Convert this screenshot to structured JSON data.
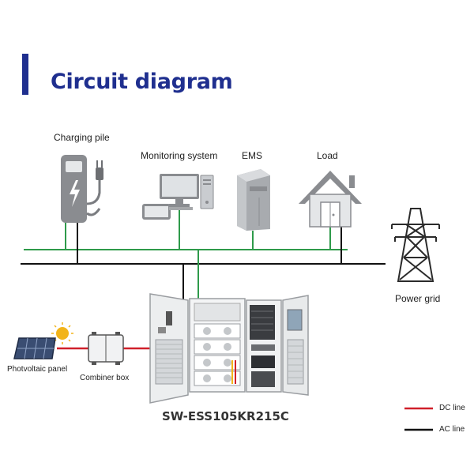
{
  "title": "Circuit diagram",
  "labels": {
    "charging_pile": "Charging pile",
    "monitoring_system": "Monitoring system",
    "ems": "EMS",
    "load": "Load",
    "power_grid": "Power grid",
    "pv_panel": "Photvoltaic panel",
    "combiner_box": "Combiner box",
    "model": "SW-ESS105KR215C"
  },
  "legend": {
    "dc_line": "DC line",
    "ac_line": "AC line"
  },
  "colors": {
    "title": "#1f2f8f",
    "dc_line": "#d0202a",
    "ac_line": "#111111",
    "signal_line": "#2e9a4a"
  },
  "icons": {
    "charging_pile": "ev-charger-icon",
    "monitoring_system": "computer-icon",
    "ems": "server-cabinet-icon",
    "load": "house-icon",
    "power_grid": "transmission-tower-icon",
    "pv_panel": "solar-panel-icon",
    "combiner_box": "combiner-box-icon",
    "ess": "energy-storage-cabinet-icon"
  }
}
